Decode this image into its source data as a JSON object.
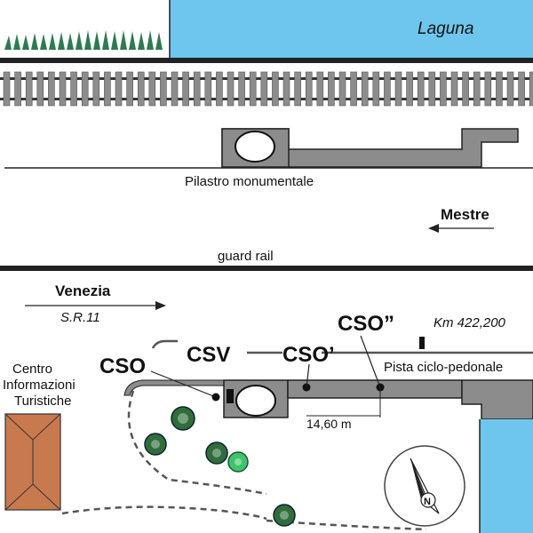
{
  "labels": {
    "laguna": "Laguna",
    "pilastro": "Pilastro monumentale",
    "mestre": "Mestre",
    "guard_rail": "guard rail",
    "venezia": "Venezia",
    "sr11": "S.R.11",
    "cso": "CSO",
    "csv": "CSV",
    "cso1": "CSO’",
    "cso2": "CSO”",
    "km": "Km 422,200",
    "pista": "Pista ciclo-pedonale",
    "centro_line1": "Centro",
    "centro_line2": "Informazioni",
    "centro_line3": "Turistiche",
    "distance": "14,60 m",
    "compass_n": "N"
  },
  "colors": {
    "water": "#6ec6ee",
    "structure_gray": "#8c8c8c",
    "building": "#c87a4e",
    "tree_dark": "#2f6e3a",
    "tree_light": "#3ec46a",
    "grass": "#2f7a52"
  }
}
